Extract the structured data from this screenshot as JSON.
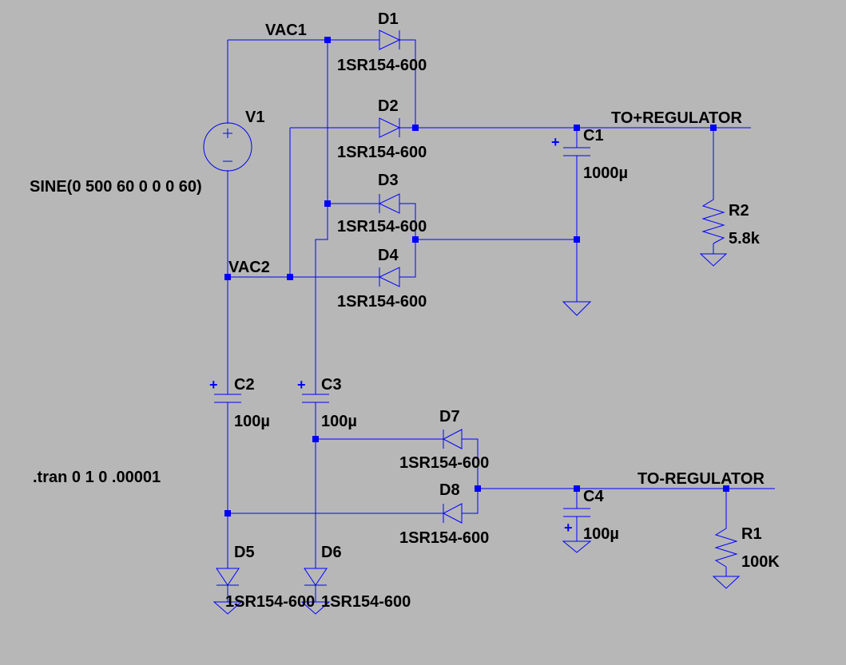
{
  "nets": {
    "vac1": "VAC1",
    "vac2": "VAC2",
    "pos_out": "TO+REGULATOR",
    "neg_out": "TO-REGULATOR"
  },
  "components": {
    "D1": {
      "name": "D1",
      "value": "1SR154-600"
    },
    "D2": {
      "name": "D2",
      "value": "1SR154-600"
    },
    "D3": {
      "name": "D3",
      "value": "1SR154-600"
    },
    "D4": {
      "name": "D4",
      "value": "1SR154-600"
    },
    "D5": {
      "name": "D5",
      "value": "1SR154-600"
    },
    "D6": {
      "name": "D6",
      "value": "1SR154-600"
    },
    "D7": {
      "name": "D7",
      "value": "1SR154-600"
    },
    "D8": {
      "name": "D8",
      "value": "1SR154-600"
    },
    "V1": {
      "name": "V1",
      "value": "SINE(0 500 60 0 0 0 60)"
    },
    "C1": {
      "name": "C1",
      "value": "1000µ"
    },
    "C2": {
      "name": "C2",
      "value": "100µ"
    },
    "C3": {
      "name": "C3",
      "value": "100µ"
    },
    "C4": {
      "name": "C4",
      "value": "100µ"
    },
    "R1": {
      "name": "R1",
      "value": "100K"
    },
    "R2": {
      "name": "R2",
      "value": "5.8k"
    }
  },
  "directive": ".tran 0 1 0 .00001",
  "polarity_mark": "+",
  "colors": {
    "background": "#b7b7b7",
    "wire": "#0000ff",
    "text": "#000000"
  }
}
